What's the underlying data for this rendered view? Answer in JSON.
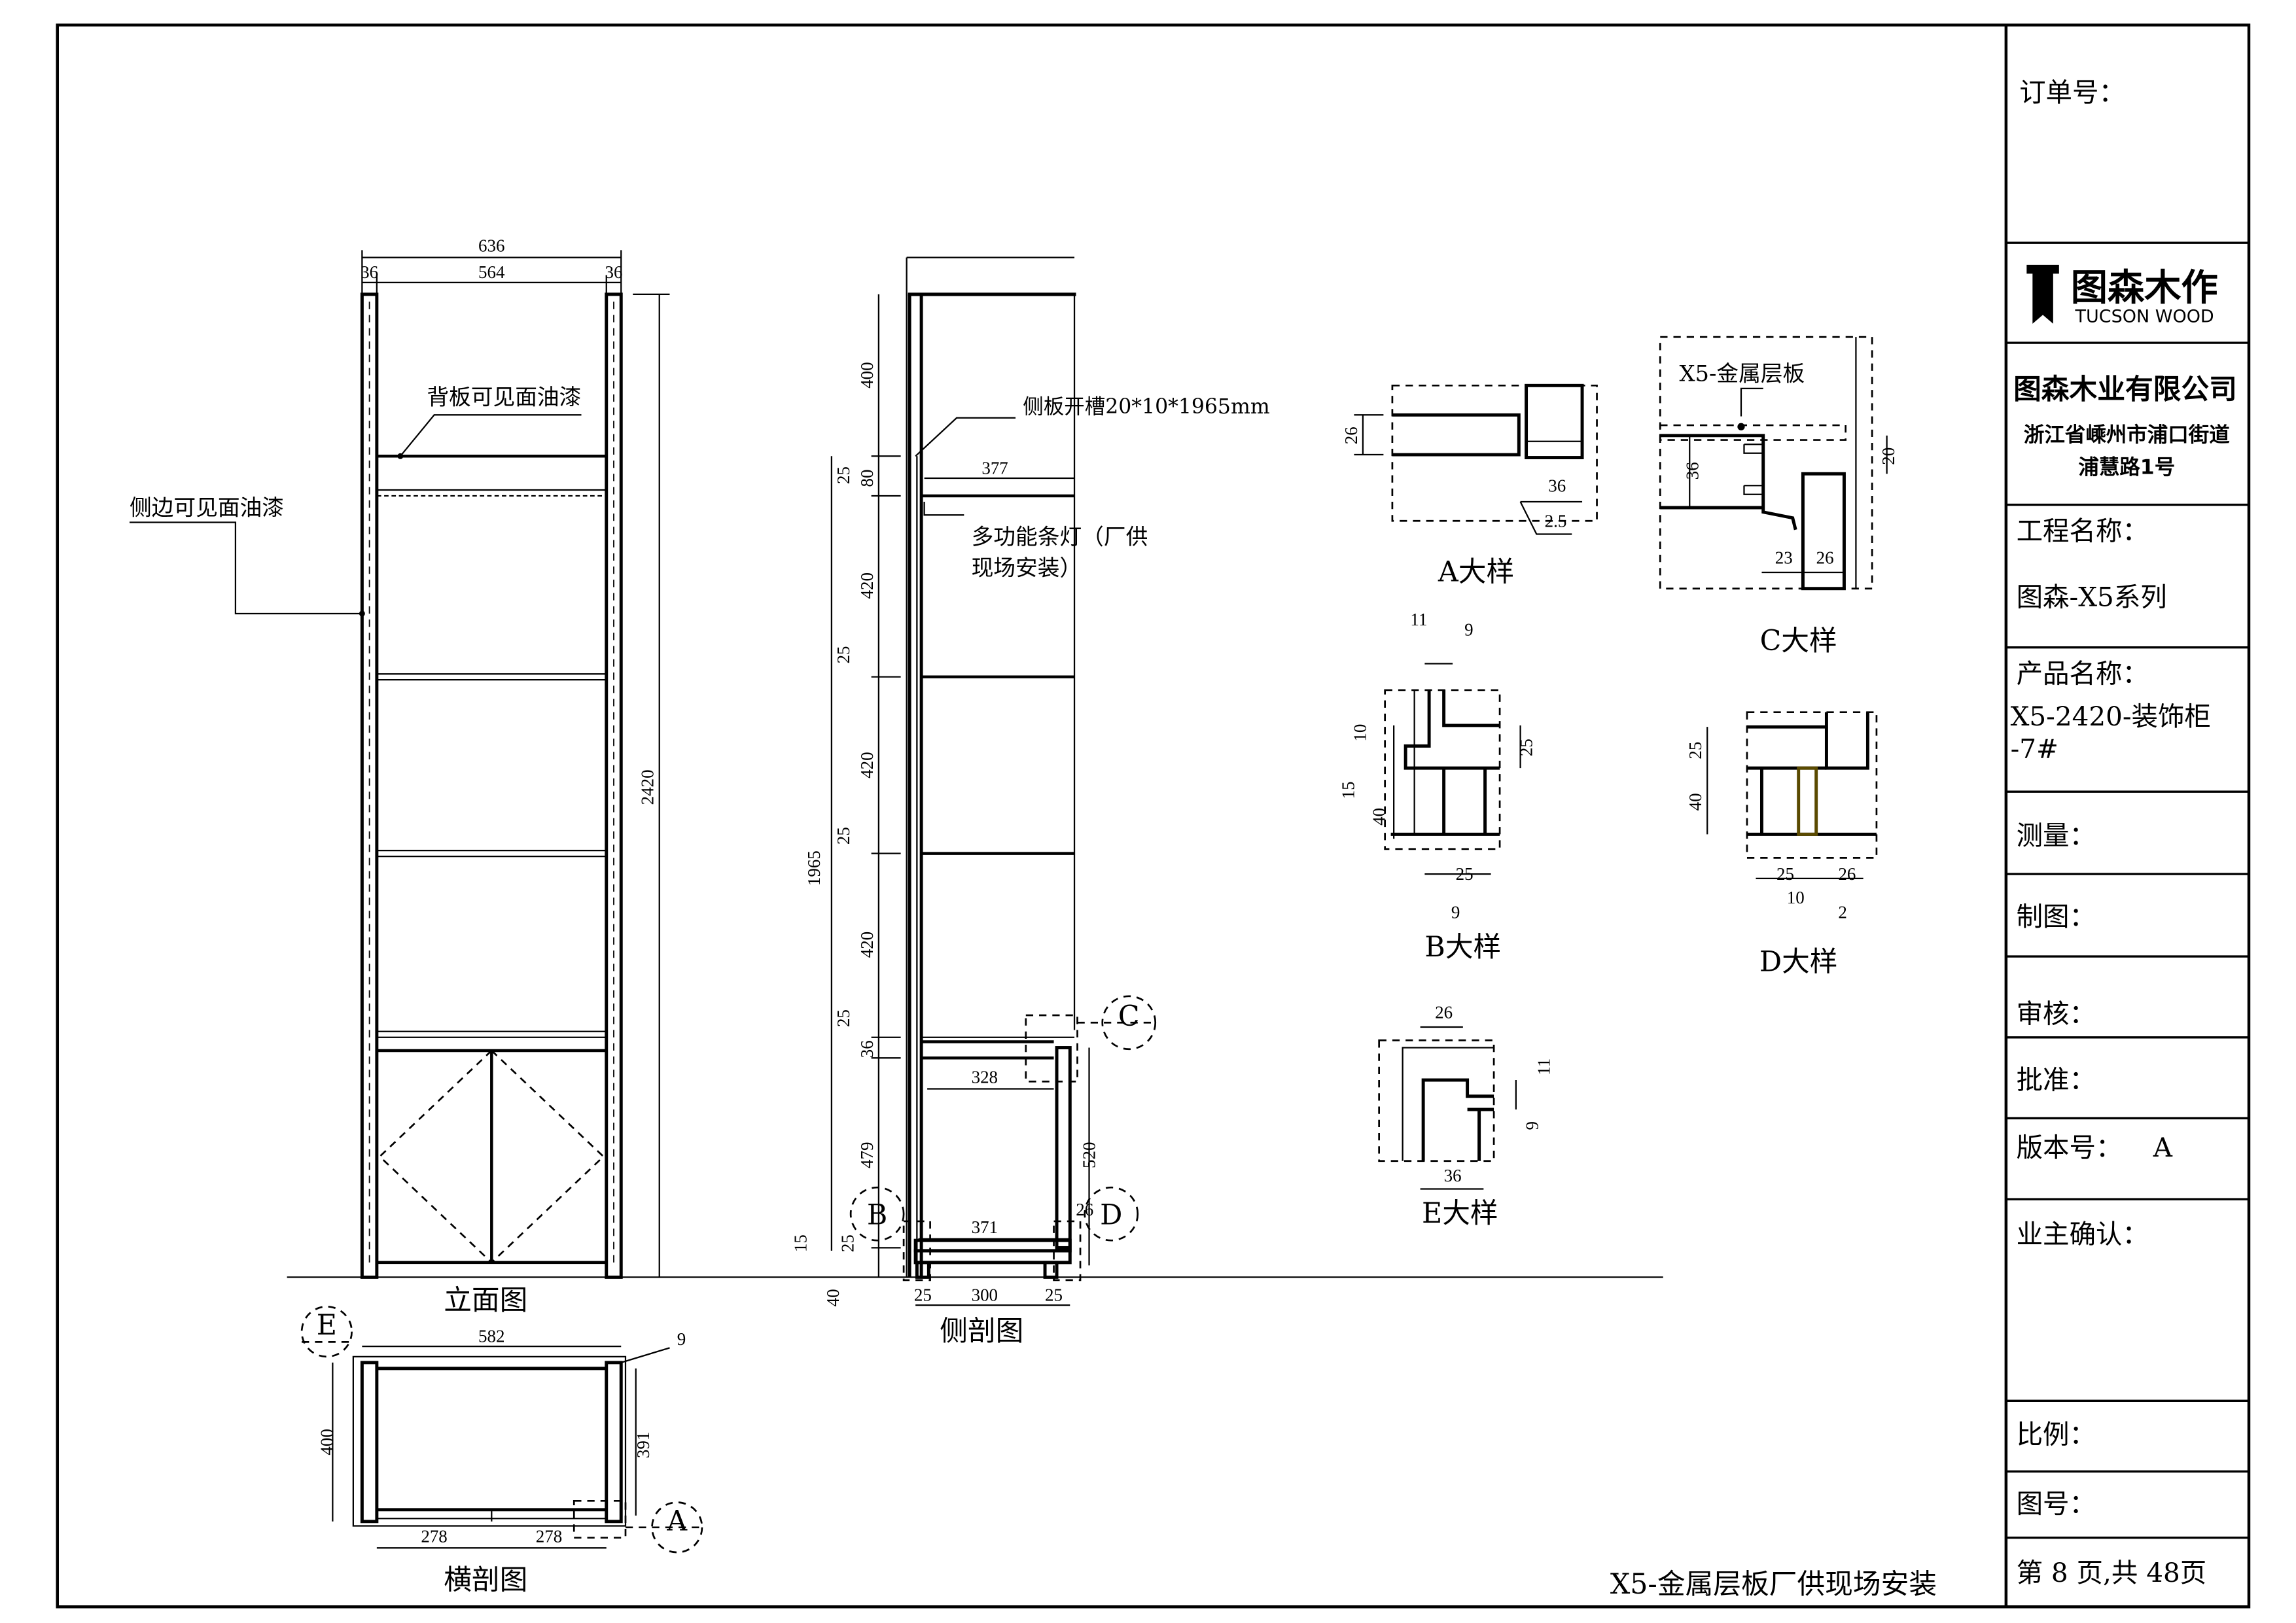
{
  "title_block": {
    "order_no_label": "订单号：",
    "logo_cn": "图森木作",
    "logo_en": "TUCSON WOOD",
    "company": "图森木业有限公司",
    "address_line1": "浙江省嵊州市浦口街道",
    "address_line2": "浦慧路1号",
    "project_label": "工程名称：",
    "project_value": "图森-X5系列",
    "product_label": "产品名称：",
    "product_value_line1": "X5-2420-装饰柜",
    "product_value_line2": "-7#",
    "measure_label": "测量：",
    "draw_label": "制图：",
    "review_label": "审核：",
    "approve_label": "批准：",
    "version_label": "版本号：",
    "version_value": "A",
    "owner_label": "业主确认：",
    "scale_label": "比例：",
    "drawing_no_label": "图号：",
    "page_text": "第 8 页,共 48页"
  },
  "elevation": {
    "title": "立面图",
    "note_back": "背板可见面油漆",
    "note_side": "侧边可见面油漆",
    "dims": {
      "total_width": "636",
      "left": "36",
      "inner": "564",
      "right": "36",
      "height": "2420"
    }
  },
  "side_section": {
    "title": "侧剖图",
    "note_slot": "侧板开槽20*10*1965mm",
    "note_light_1": "多功能条灯（厂供",
    "note_light_2": "现场安装）",
    "dims": {
      "top": "400",
      "d25a": "25",
      "d80": "80",
      "s1": "420",
      "d25b": "25",
      "s2": "420",
      "d25c": "25",
      "s3": "420",
      "d25d": "25",
      "d36": "36",
      "s4": "479",
      "d25e": "25",
      "d15": "15",
      "d40": "40",
      "total": "1965",
      "shelf_depth": "377",
      "inner_depth": "328",
      "bottom_depth": "371",
      "door_height": "520",
      "d26": "26",
      "foot_l": "25",
      "foot_span": "300",
      "foot_r": "25"
    },
    "callouts": {
      "b": "B",
      "c": "C",
      "d": "D"
    }
  },
  "plan_section": {
    "title": "横剖图",
    "dims": {
      "width": "582",
      "depth": "400",
      "inner_depth": "391",
      "gap": "9",
      "half_l": "278",
      "half_r": "278"
    },
    "callouts": {
      "e": "E",
      "a": "A"
    }
  },
  "details": {
    "a": {
      "title": "A大样",
      "d26": "26",
      "d36": "36",
      "d25": "2.5"
    },
    "b": {
      "title": "B大样",
      "d11": "11",
      "d9": "9",
      "d10": "10",
      "d15": "15",
      "d40": "40",
      "d25": "25",
      "d25b": "25",
      "d9b": "9"
    },
    "c": {
      "title": "C大样",
      "note": "X5-金属层板",
      "d36": "36",
      "d20": "20",
      "d23": "23",
      "d26": "26"
    },
    "d": {
      "title": "D大样",
      "d25": "25",
      "d40": "40",
      "d25w": "25",
      "d26": "26",
      "d10": "10",
      "d2": "2"
    },
    "e": {
      "title": "E大样",
      "d26": "26",
      "d36": "36",
      "d11": "11",
      "d9": "9"
    }
  },
  "footer_note": "X5-金属层板厂供现场安装"
}
